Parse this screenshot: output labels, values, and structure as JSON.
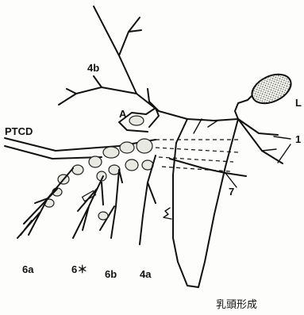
{
  "labels": {
    "seg_4b": "4b",
    "seg_a": "A",
    "ptcd": "PTCD",
    "seg_l": "L",
    "seg_1": "1",
    "seg_7": "7",
    "seg_6a": "6a",
    "seg_6star": "6＊",
    "seg_6b": "6b",
    "seg_4a": "4a",
    "papilla_formation": "乳頭形成"
  },
  "colors": {
    "line": "#111111",
    "stone_fill": "#e9e9e4",
    "background": "#fdfdfb"
  }
}
